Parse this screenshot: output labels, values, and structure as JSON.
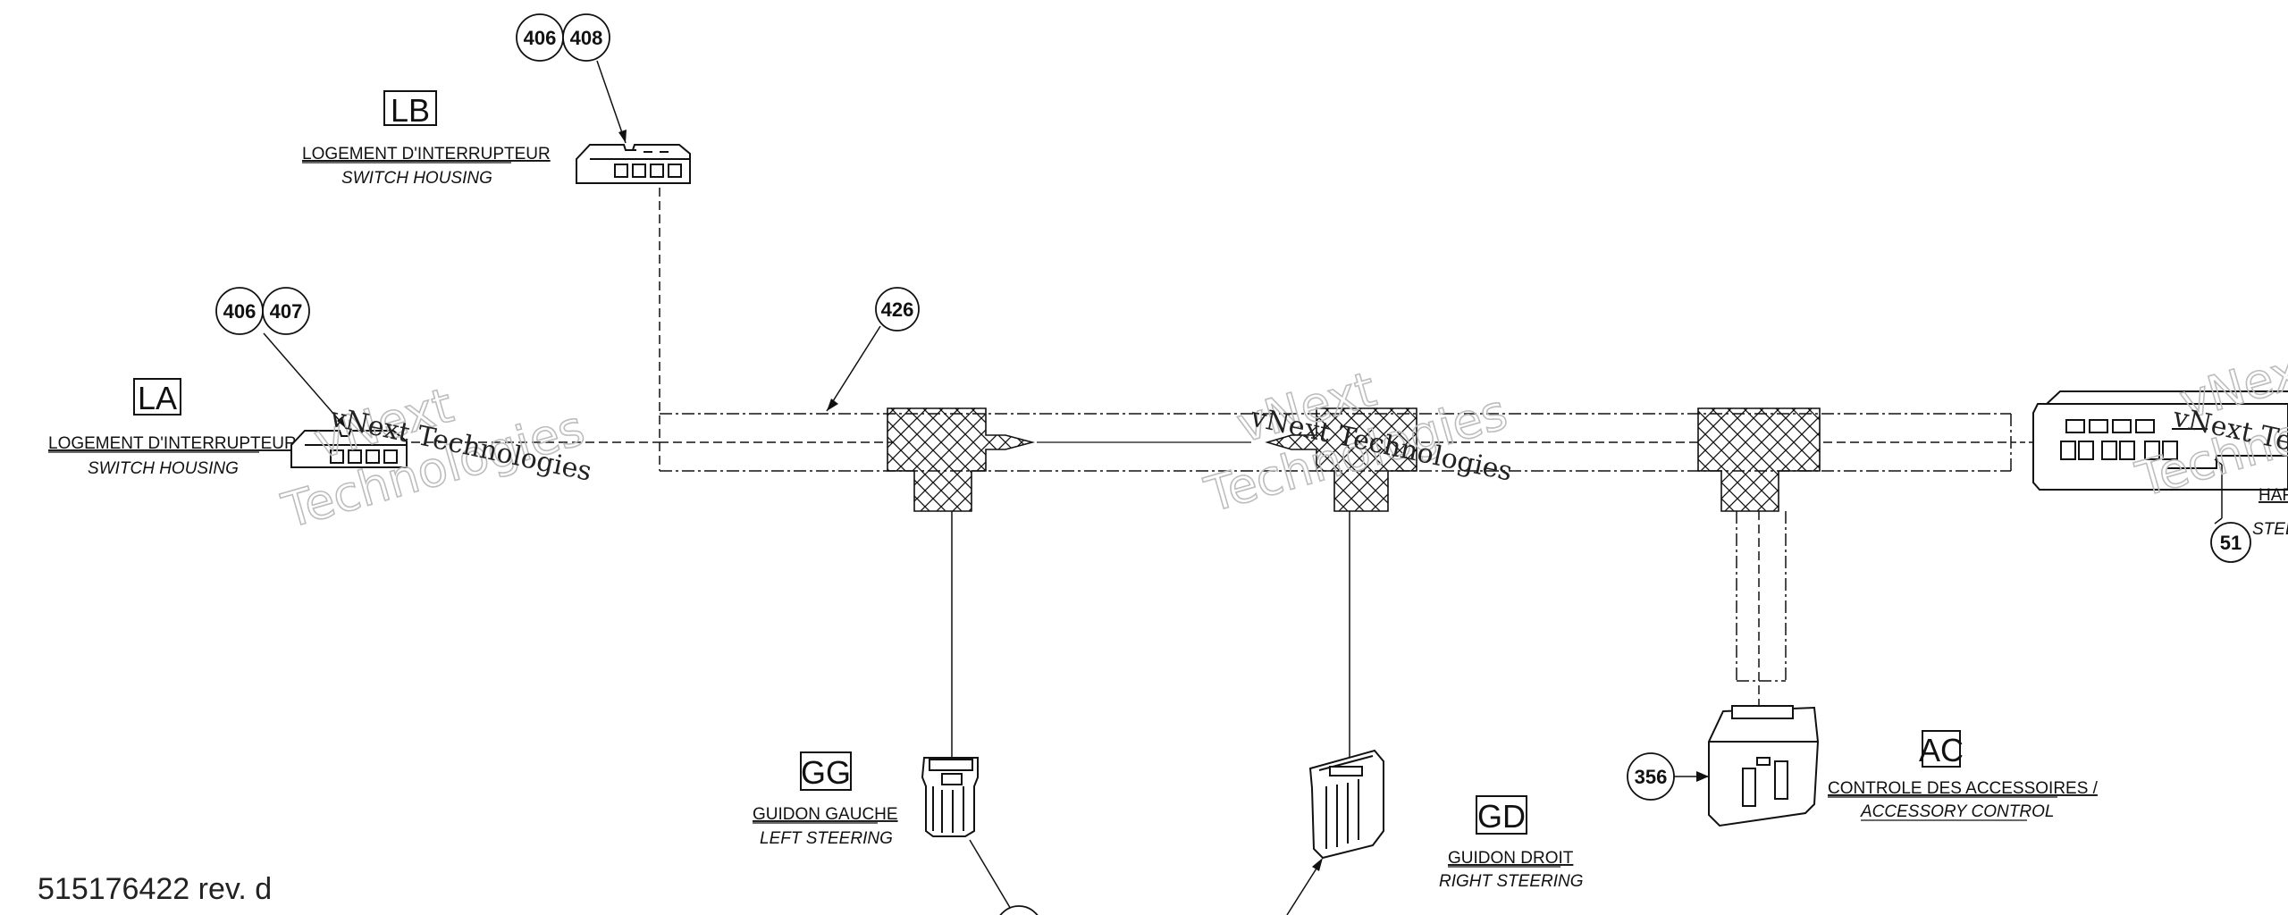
{
  "connectors": {
    "LA": {
      "code": "LA",
      "label_fr": "LOGEMENT D'INTERRUPTEUR",
      "label_en": "SWITCH HOUSING",
      "callouts": [
        "406",
        "407"
      ]
    },
    "LB": {
      "code": "LB",
      "label_fr": "LOGEMENT D'INTERRUPTEUR",
      "label_en": "SWITCH HOUSING",
      "callouts": [
        "406",
        "408"
      ]
    },
    "GG": {
      "code": "GG",
      "label_fr": "GUIDON GAUCHE",
      "label_en": "LEFT STEERING"
    },
    "GD": {
      "code": "GD",
      "label_fr": "GUIDON DROIT",
      "label_en": "RIGHT STEERING"
    },
    "AC": {
      "code": "AC",
      "label_fr": "CONTROLE DES ACCESSOIRES /",
      "label_en": "ACCESSORY CONTROL",
      "callout": "356"
    },
    "right_edge": {
      "label_fr_partial": "HAR",
      "label_en_partial": "STEE",
      "callout": "51"
    }
  },
  "harness_callout": "426",
  "watermark": {
    "line1": "vNext Technologies",
    "outline_a": "vNext",
    "outline_b": "Technologies"
  },
  "document_number": "515176422 rev. d",
  "colors": {
    "line": "#111111",
    "watermark": "#bdbdbd",
    "background": "#ffffff"
  }
}
